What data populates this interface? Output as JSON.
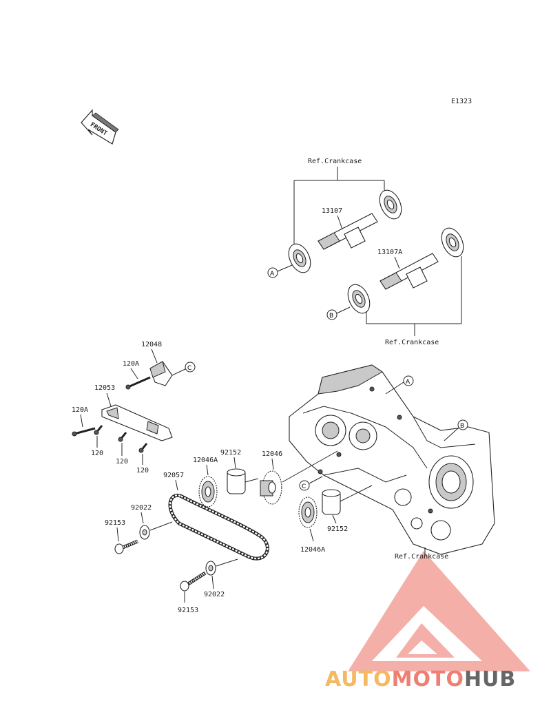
{
  "diagram_code": "E1323",
  "front_arrow": {
    "label": "FRONT"
  },
  "refs": {
    "crankcase_top": "Ref.Crankcase",
    "crankcase_mid": "Ref.Crankcase",
    "crankcase_bottom": "Ref.Crankcase"
  },
  "callouts": {
    "a": "A",
    "b": "B",
    "c": "C"
  },
  "parts": {
    "p13107": "13107",
    "p13107a": "13107A",
    "p12048": "12048",
    "p120a_top": "120A",
    "p12053": "12053",
    "p120a_left": "120A",
    "p120_a": "120",
    "p120_b": "120",
    "p120_c": "120",
    "p12046a_top": "12046A",
    "p92152_top": "92152",
    "p12046": "12046",
    "p92057": "92057",
    "p92022_top": "92022",
    "p92153_top": "92153",
    "p92152_bottom": "92152",
    "p12046a_bottom": "12046A",
    "p92153_bottom": "92153",
    "p92022_bottom": "92022"
  },
  "watermark": {
    "part1": "AUTO",
    "part2": "MOTO",
    "part3": "HUB",
    "color1": "#f6b860",
    "color2": "#ef7f72",
    "color3": "#666666",
    "logo_color": "#ee7b6e"
  }
}
